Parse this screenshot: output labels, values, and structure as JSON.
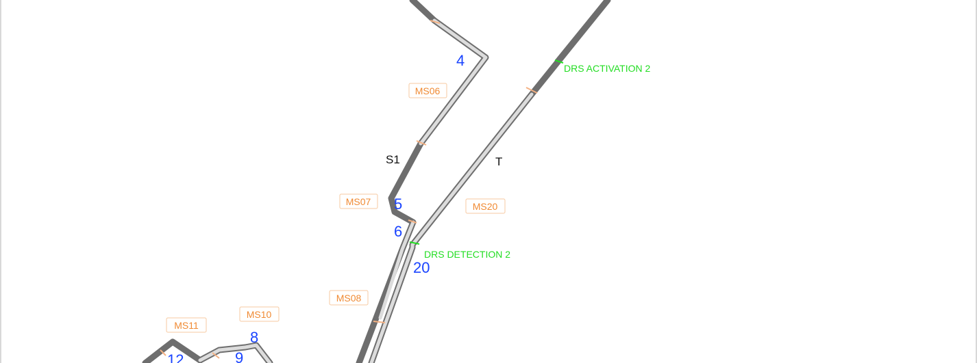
{
  "turns": {
    "t4": "4",
    "t5": "5",
    "t6": "6",
    "t8": "8",
    "t9": "9",
    "t12": "12",
    "t20": "20"
  },
  "sectors": {
    "s1": "S1",
    "t": "T"
  },
  "drs": {
    "activation_2": "DRS ACTIVATION 2",
    "detection_2": "DRS DETECTION 2"
  },
  "mini_sectors": {
    "ms06": "MS06",
    "ms07": "MS07",
    "ms08": "MS08",
    "ms10": "MS10",
    "ms11": "MS11",
    "ms20": "MS20"
  },
  "colors": {
    "track_dark": "#6e6e6e",
    "track_light": "#d9d9d9",
    "turn_number": "#1a44ff",
    "drs": "#22dd22",
    "mini_sector": "#f08a33",
    "sector_marker": "#f4b183"
  }
}
